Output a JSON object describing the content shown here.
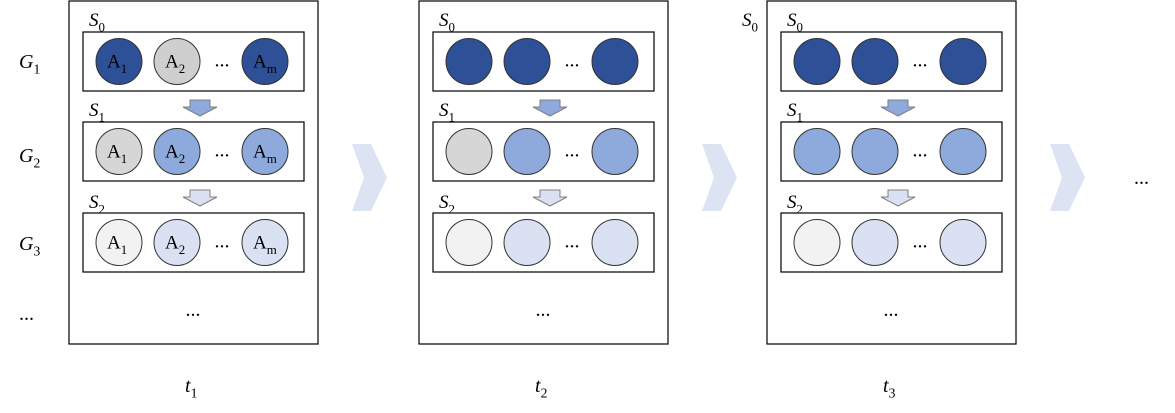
{
  "row_labels": [
    {
      "base": "G",
      "sub": "1"
    },
    {
      "base": "G",
      "sub": "2"
    },
    {
      "base": "G",
      "sub": "3"
    },
    {
      "base": "...",
      "sub": ""
    }
  ],
  "stage_labels": [
    {
      "base": "S",
      "sub": "0"
    },
    {
      "base": "S",
      "sub": "1"
    },
    {
      "base": "S",
      "sub": "2"
    }
  ],
  "agent_labels": [
    {
      "base": "A",
      "sub": "1"
    },
    {
      "base": "A",
      "sub": "2"
    },
    {
      "base": "A",
      "sub": "m"
    }
  ],
  "ellipsis": "...",
  "panels": [
    {
      "time": {
        "base": "t",
        "sub": "1"
      },
      "show_agent_labels": true,
      "rows": [
        [
          "#2e5096",
          "#cfcfcf",
          "#2e5096"
        ],
        [
          "#d6d6d6",
          "#8ea9db",
          "#8ea9db"
        ],
        [
          "#f2f2f2",
          "#d9e1f2",
          "#d9e1f2"
        ]
      ]
    },
    {
      "time": {
        "base": "t",
        "sub": "2"
      },
      "show_agent_labels": false,
      "rows": [
        [
          "#2e5096",
          "#2e5096",
          "#2e5096"
        ],
        [
          "#d6d6d6",
          "#8ea9db",
          "#8ea9db"
        ],
        [
          "#f2f2f2",
          "#d9e1f2",
          "#d9e1f2"
        ]
      ]
    },
    {
      "time": {
        "base": "t",
        "sub": "3"
      },
      "show_agent_labels": false,
      "rows": [
        [
          "#2e5096",
          "#2e5096",
          "#2e5096"
        ],
        [
          "#8ea9db",
          "#8ea9db",
          "#8ea9db"
        ],
        [
          "#f2f2f2",
          "#d9e1f2",
          "#d9e1f2"
        ]
      ]
    }
  ],
  "stage_arrow_colors": [
    "#8ea9db",
    "#d9e1f2"
  ],
  "transition_arrow_color": "#dce4f4",
  "trailing_ellipsis": "...",
  "colors": {
    "dark_blue": "#2e5096",
    "mid_blue": "#8ea9db",
    "light_blue": "#d9e1f2",
    "grey": "#d6d6d6",
    "light_grey": "#f2f2f2"
  }
}
